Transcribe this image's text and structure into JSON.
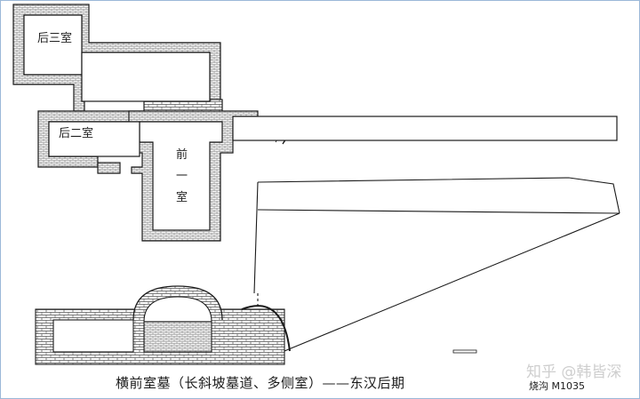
{
  "labels": {
    "rear_chamber_3": "后三室",
    "rear_chamber_2": "后二室",
    "front_chamber_1": "前",
    "front_chamber_2": "一",
    "front_chamber_3": "室"
  },
  "caption": "横前室墓（长斜坡墓道、多侧室）——东汉后期",
  "source": "烧沟 M1035",
  "watermark": "知乎 @韩皆深",
  "colors": {
    "line": "#1a1a1a",
    "hatch": "#555555",
    "frame": "#9bb8d8"
  }
}
